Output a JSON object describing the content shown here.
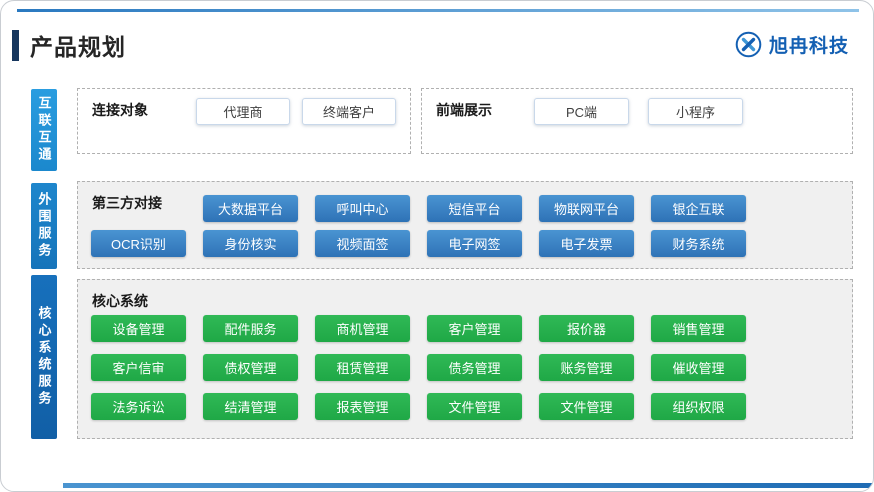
{
  "slide": {
    "title": "产品规划",
    "logo": {
      "text": "旭冉科技"
    }
  },
  "side_tabs": [
    {
      "label": "互联互通"
    },
    {
      "label": "外围服务"
    },
    {
      "label": "核心系统服务"
    }
  ],
  "sections": {
    "connection": {
      "title": "连接对象",
      "items": [
        "代理商",
        "终端客户"
      ]
    },
    "frontend": {
      "title": "前端展示",
      "items": [
        "PC端",
        "小程序"
      ]
    },
    "third_party": {
      "title": "第三方对接",
      "row1": [
        "大数据平台",
        "呼叫中心",
        "短信平台",
        "物联网平台",
        "银企互联"
      ],
      "row2": [
        "OCR识别",
        "身份核实",
        "视频面签",
        "电子网签",
        "电子发票",
        "财务系统"
      ]
    },
    "core": {
      "title": "核心系统",
      "row1": [
        "设备管理",
        "配件服务",
        "商机管理",
        "客户管理",
        "报价器",
        "销售管理"
      ],
      "row2": [
        "客户信审",
        "债权管理",
        "租赁管理",
        "债务管理",
        "账务管理",
        "催收管理"
      ],
      "row3": [
        "法务诉讼",
        "结清管理",
        "报表管理",
        "文件管理",
        "文件管理",
        "组织权限"
      ]
    }
  },
  "colors": {
    "accent_navy": "#17375e",
    "tab_blue_top": "#2a9de0",
    "tab_blue_mid": "#1e86cc",
    "tab_blue_bottom": "#1770bc",
    "chip_blue": "#3a82c4",
    "chip_green": "#26b24d",
    "logo_blue": "#1460b3"
  }
}
